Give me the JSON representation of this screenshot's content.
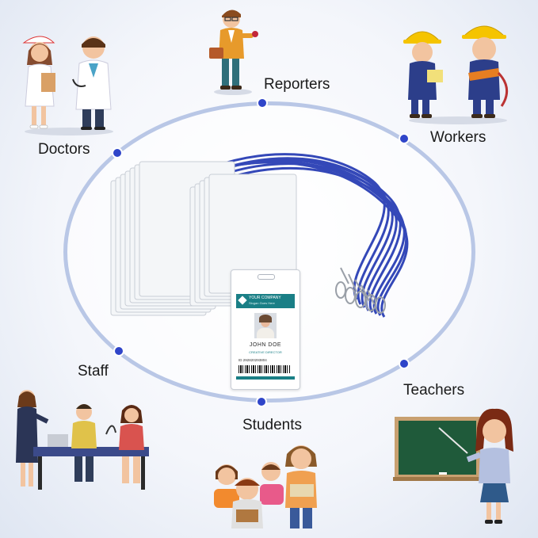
{
  "labels": {
    "reporters": "Reporters",
    "doctors": "Doctors",
    "workers": "Workers",
    "staff": "Staff",
    "teachers": "Teachers",
    "students": "Students"
  },
  "badge": {
    "company": "YOUR COMPANY",
    "tagline": "Slogan Goes Here",
    "name": "JOHN DOE",
    "role": "CREATIVE DIRECTOR",
    "id": "ID 292820293804"
  },
  "colors": {
    "ring": "#b9c7e6",
    "dot": "#2f45c9",
    "lanyard": "#2a3fb5",
    "badge_accent": "#1a7f86"
  }
}
